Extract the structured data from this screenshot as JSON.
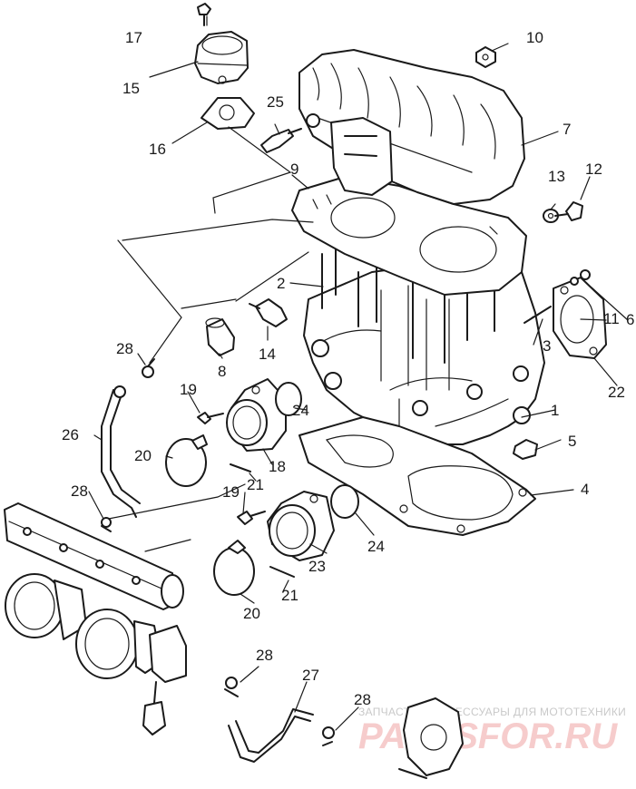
{
  "callouts": {
    "c1": "1",
    "c2": "2",
    "c3": "3",
    "c4": "4",
    "c5": "5",
    "c6": "6",
    "c7": "7",
    "c8": "8",
    "c9": "9",
    "c10": "10",
    "c11": "11",
    "c12": "12",
    "c13": "13",
    "c14": "14",
    "c15": "15",
    "c16": "16",
    "c17": "17",
    "c18": "18",
    "c19a": "19",
    "c19b": "19",
    "c20a": "20",
    "c20b": "20",
    "c21a": "21",
    "c21b": "21",
    "c22": "22",
    "c23": "23",
    "c24a": "24",
    "c24b": "24",
    "c25": "25",
    "c26": "26",
    "c27": "27",
    "c28a": "28",
    "c28b": "28",
    "c28c": "28",
    "c28d": "28"
  },
  "watermark": {
    "tagline": "ЗАПЧАСТИ И АКСЕССУАРЫ ДЛЯ МОТОТЕХНИКИ",
    "brand": "PARTSFOR.RU"
  },
  "colors": {
    "line": "#1a1a1a",
    "background": "#ffffff",
    "watermark_text": "#c9c9c9",
    "watermark_brand": "#f6cccc"
  }
}
